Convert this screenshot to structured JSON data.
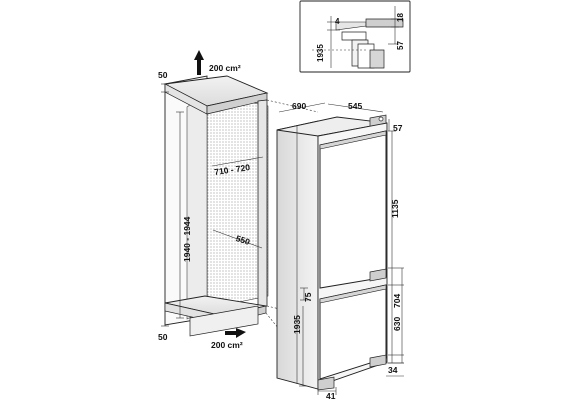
{
  "labels": {
    "vent_top": "200 cm²",
    "vent_bottom": "200 cm²",
    "top_gap": "50",
    "bottom_gap": "50",
    "niche_height": "1940 - 1944",
    "niche_depth_range": "710 - 720",
    "niche_width": "550",
    "unit_depth": "690",
    "unit_width": "545",
    "top_offset": "57",
    "upper_door": "1135",
    "door_gap": "75",
    "lower_door_total": "704",
    "lower_door": "630",
    "unit_height": "1935",
    "plinth_height": "34",
    "plinth_depth": "41",
    "detail_4": "4",
    "detail_18": "18",
    "detail_57": "57",
    "detail_1935": "1935"
  }
}
